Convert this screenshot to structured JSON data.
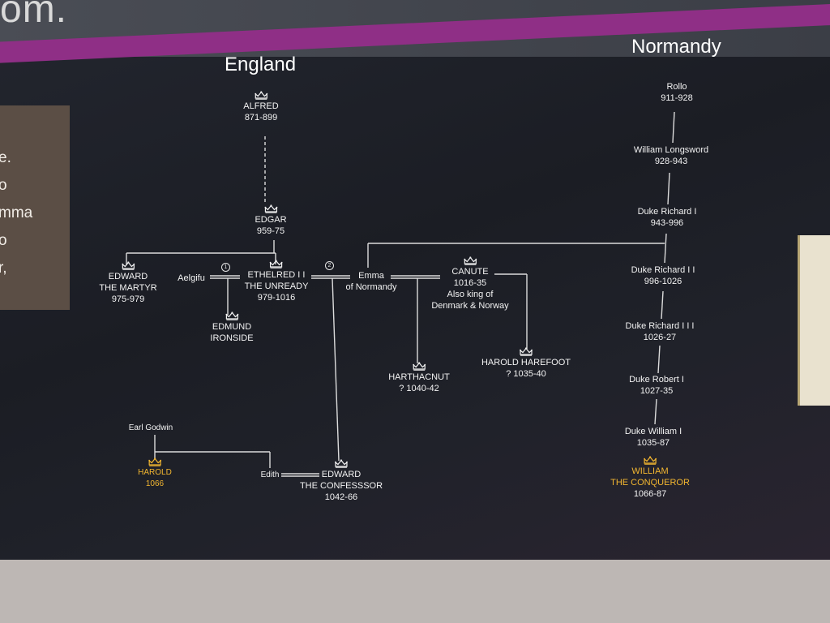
{
  "header": {
    "title_fragment": "om."
  },
  "regions": {
    "england": "England",
    "normandy": "Normandy"
  },
  "left_panel_fragments": [
    "e.",
    "o",
    "mma",
    "o",
    "r,"
  ],
  "marriage_marks": [
    "1",
    "2"
  ],
  "people": {
    "alfred": {
      "name": "ALFRED",
      "years": "871-899"
    },
    "edgar": {
      "name": "EDGAR",
      "years": "959-75"
    },
    "edward_martyr": {
      "name1": "EDWARD",
      "name2": "THE MARTYR",
      "years": "975-979"
    },
    "aelgifu": {
      "name": "Aelgifu"
    },
    "ethelred": {
      "name1": "ETHELRED I I",
      "name2": "THE UNREADY",
      "years": "979-1016"
    },
    "edmund": {
      "name1": "EDMUND",
      "name2": "IRONSIDE"
    },
    "emma": {
      "name1": "Emma",
      "name2": "of Normandy"
    },
    "canute": {
      "name": "CANUTE",
      "years": "1016-35",
      "note1": "Also king of",
      "note2": "Denmark & Norway"
    },
    "harthacnut": {
      "name": "HARTHACNUT",
      "years": "? 1040-42"
    },
    "harold_harefoot": {
      "name": "HAROLD HAREFOOT",
      "years": "? 1035-40"
    },
    "earl_godwin": {
      "name": "Earl Godwin"
    },
    "harold": {
      "name": "HAROLD",
      "years": "1066"
    },
    "edith": {
      "name": "Edith"
    },
    "edward_confessor": {
      "name1": "EDWARD",
      "name2": "THE CONFESSSOR",
      "years": "1042-66"
    },
    "rollo": {
      "name": "Rollo",
      "years": "911-928"
    },
    "william_longsword": {
      "name": "William Longsword",
      "years": "928-943"
    },
    "richard1": {
      "name": "Duke Richard I",
      "years": "943-996"
    },
    "richard2": {
      "name": "Duke Richard I I",
      "years": "996-1026"
    },
    "richard3": {
      "name": "Duke Richard I I I",
      "years": "1026-27"
    },
    "robert1": {
      "name": "Duke Robert I",
      "years": "1027-35"
    },
    "william1": {
      "name": "Duke William I",
      "years": "1035-87"
    },
    "william_conqueror": {
      "name1": "WILLIAM",
      "name2": "THE CONQUEROR",
      "years": "1066-87"
    }
  },
  "colors": {
    "band": "#8f2f86",
    "line": "#dcdcdc",
    "highlight": "#f2b630"
  }
}
